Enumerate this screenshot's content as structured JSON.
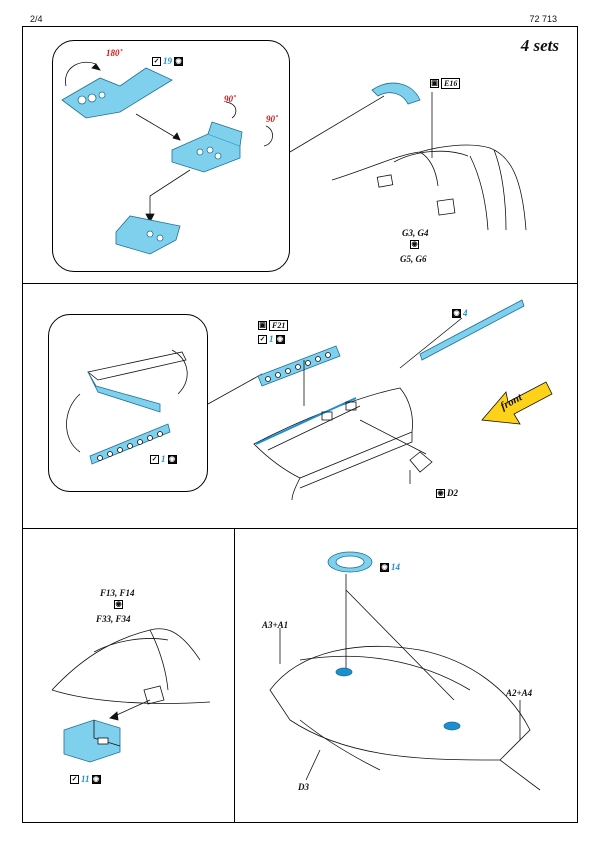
{
  "header": {
    "page": "2/4",
    "code": "72 713"
  },
  "sets": "4 sets",
  "colors": {
    "etch": "#7fd0ec",
    "etch_stroke": "#1e6f99",
    "angle": "#d41414",
    "ref": "#1b8fd0",
    "arrow_yellow": "#ffd21a"
  },
  "section1": {
    "fold_180": "180˚",
    "fold_90a": "90˚",
    "fold_90b": "90˚",
    "glue_part": "19",
    "part_e16": "E16",
    "g34": "G3, G4",
    "g56": "G5, G6"
  },
  "section2": {
    "part_f21": "F21",
    "glue_part_top": "1",
    "glue_part_inset": "1",
    "etch_part_4": "4",
    "front_label": "front",
    "d2": "D2"
  },
  "section3": {
    "f1314": "F13, F14",
    "f3334": "F33, F34",
    "glue_part": "11"
  },
  "section4": {
    "etch_part_14": "14",
    "a3a1": "A3+A1",
    "a2a4": "A2+A4",
    "d3": "D3"
  }
}
